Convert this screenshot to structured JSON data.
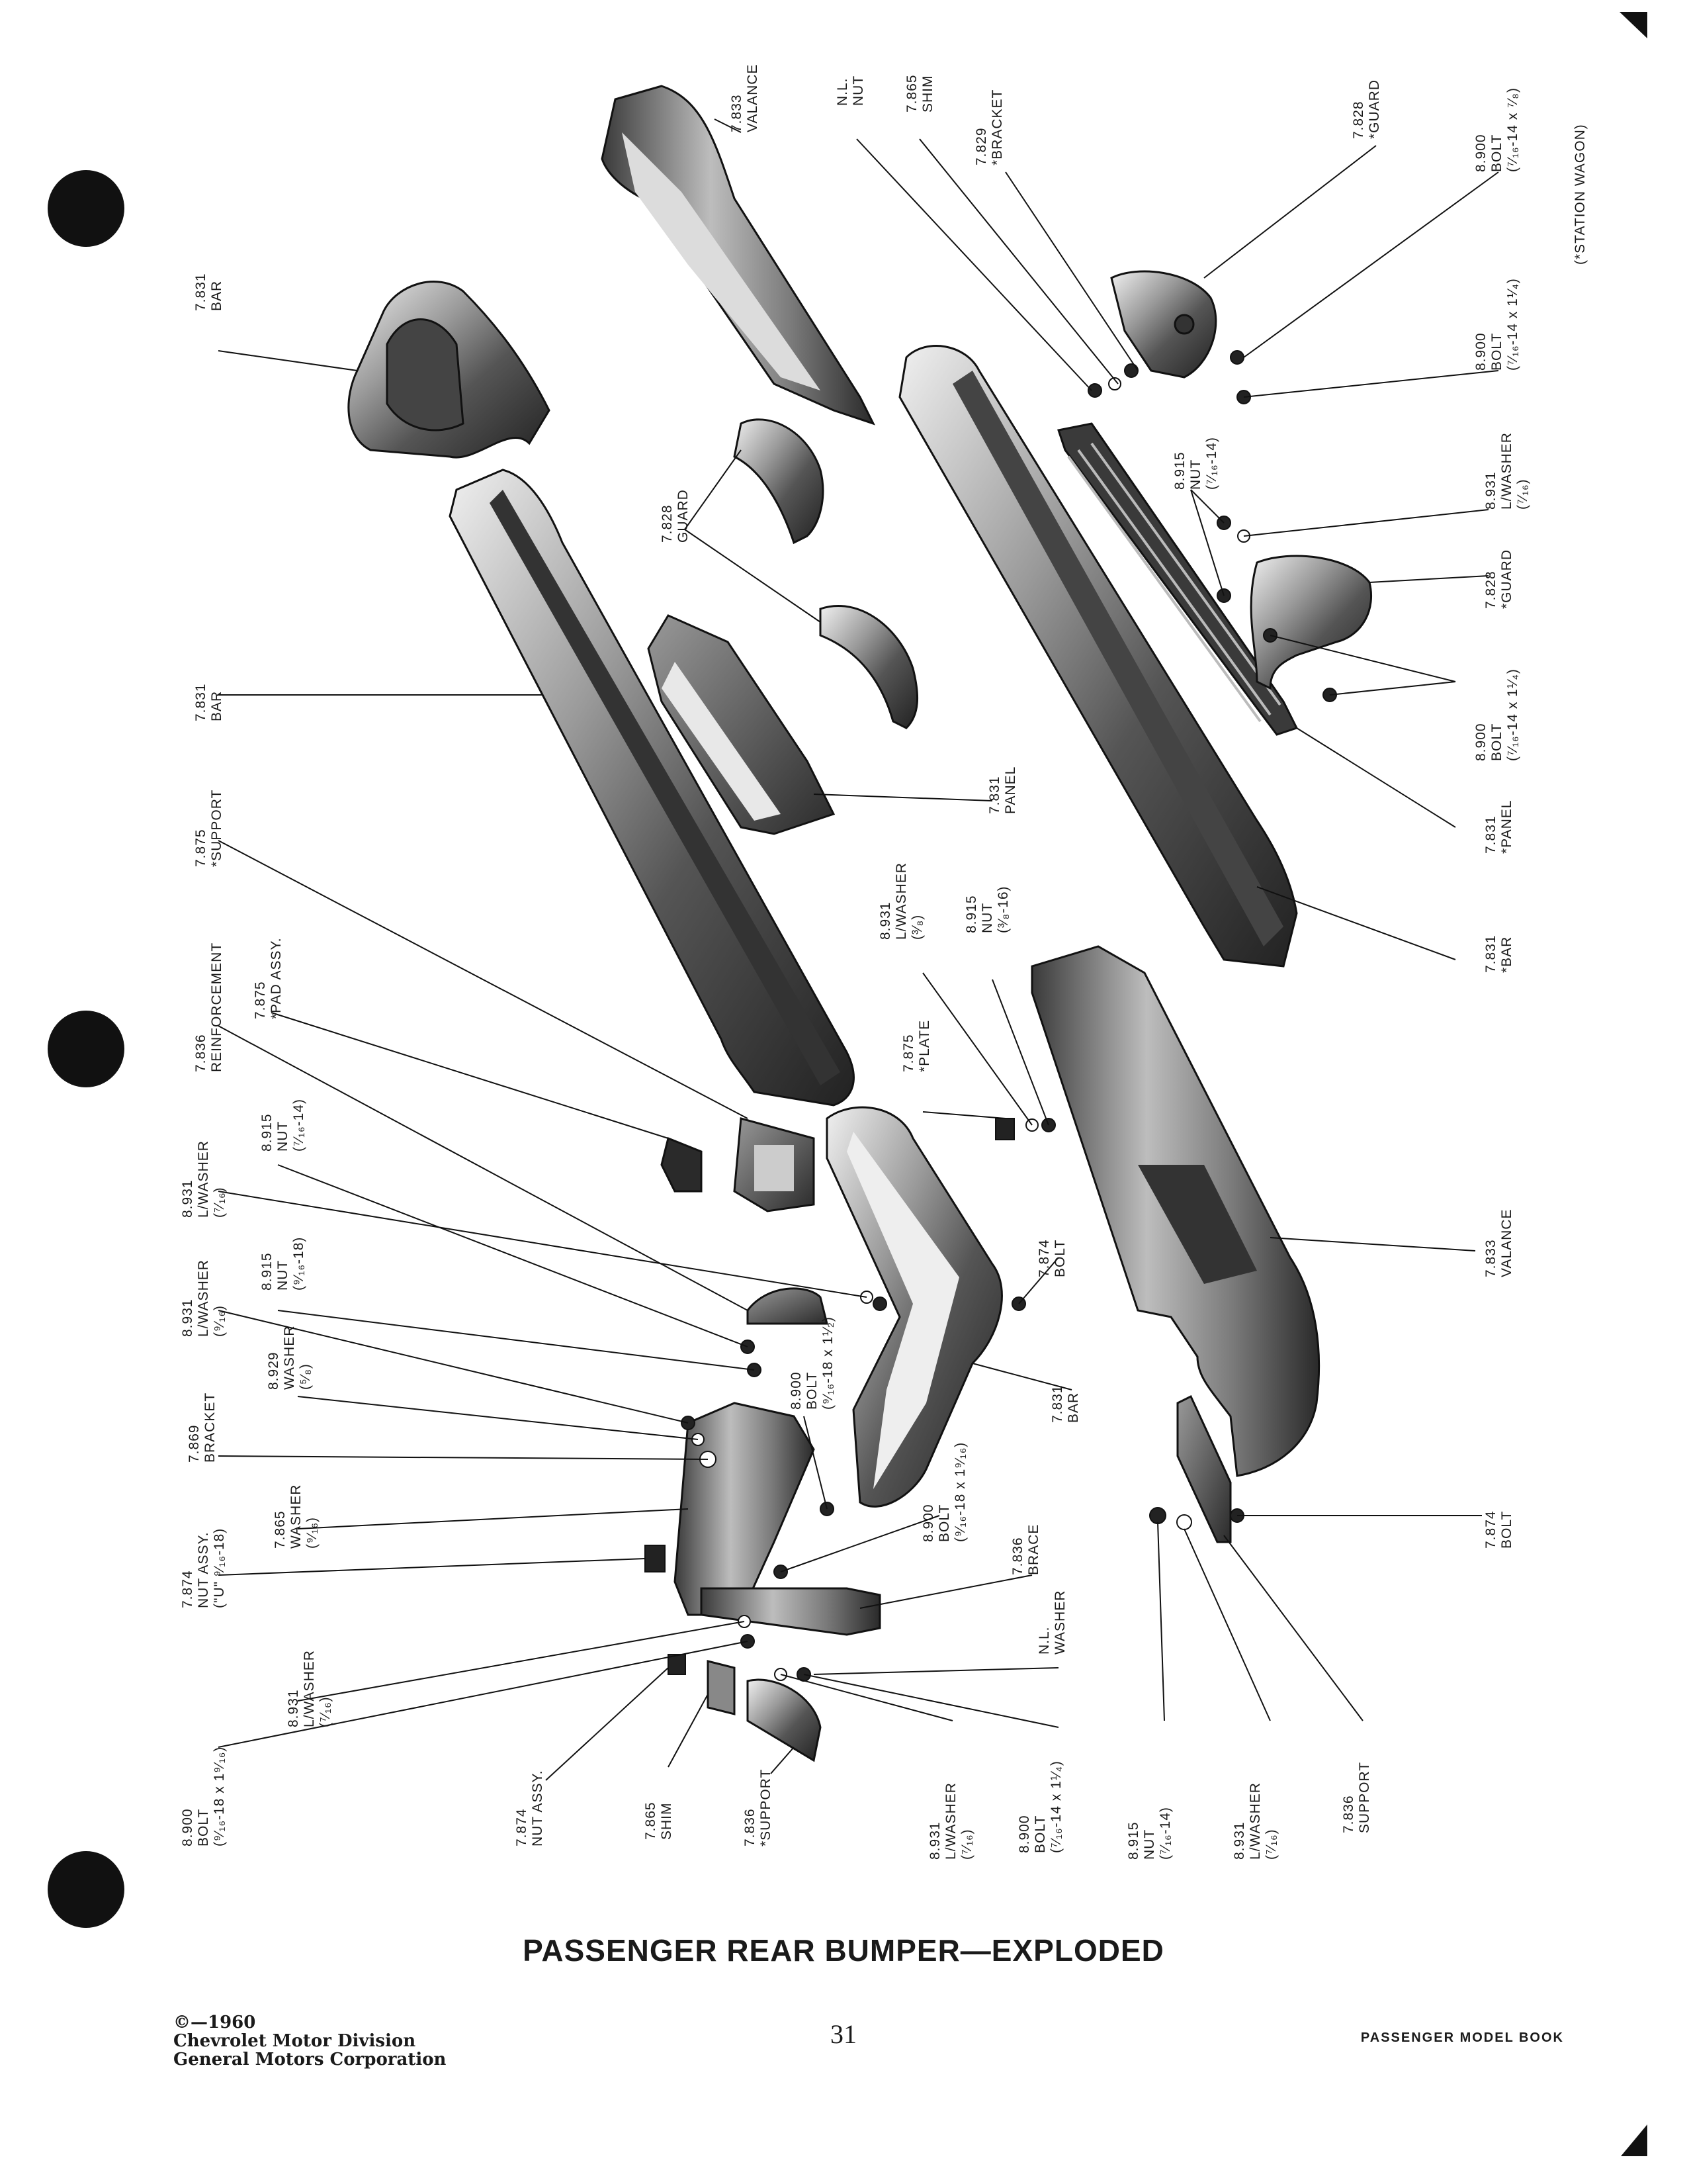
{
  "page": {
    "title": "PASSENGER REAR BUMPER—EXPLODED",
    "copyright": [
      "©—1960",
      "Chevrolet Motor Division",
      "General Motors Corporation"
    ],
    "page_number": "31",
    "book_name": "PASSENGER MODEL BOOK",
    "footnote": "(*STATION WAGON)"
  },
  "labels": [
    {
      "id": "bar-top",
      "lines": [
        "7.831",
        "BAR"
      ]
    },
    {
      "id": "valance-top",
      "lines": [
        "7.833",
        "VALANCE"
      ]
    },
    {
      "id": "nl-nut",
      "lines": [
        "N.L.",
        "NUT"
      ]
    },
    {
      "id": "shim-top",
      "lines": [
        "7.865",
        "SHIM"
      ]
    },
    {
      "id": "bracket-sw",
      "lines": [
        "7.829",
        "*BRACKET"
      ]
    },
    {
      "id": "guard-sw-top",
      "lines": [
        "7.828",
        "*GUARD"
      ]
    },
    {
      "id": "bolt-78",
      "lines": [
        "8.900",
        "BOLT",
        "(⁷⁄₁₆-14 x ⁷⁄₈)"
      ]
    },
    {
      "id": "bolt-114-top",
      "lines": [
        "8.900",
        "BOLT",
        "(⁷⁄₁₆-14 x 1¹⁄₄)"
      ]
    },
    {
      "id": "bar-main",
      "lines": [
        "7.831",
        "BAR"
      ]
    },
    {
      "id": "guard",
      "lines": [
        "7.828",
        "GUARD"
      ]
    },
    {
      "id": "panel",
      "lines": [
        "7.831",
        "PANEL"
      ]
    },
    {
      "id": "nut-716-sw",
      "lines": [
        "8.915",
        "NUT",
        "(⁷⁄₁₆-14)"
      ]
    },
    {
      "id": "lwasher-716-sw",
      "lines": [
        "8.931",
        "L/WASHER",
        "(⁷⁄₁₆)"
      ]
    },
    {
      "id": "guard-sw",
      "lines": [
        "7.828",
        "*GUARD"
      ]
    },
    {
      "id": "bolt-114-sw",
      "lines": [
        "8.900",
        "BOLT",
        "(⁷⁄₁₆-14 x 1¹⁄₄)"
      ]
    },
    {
      "id": "panel-sw",
      "lines": [
        "7.831",
        "*PANEL"
      ]
    },
    {
      "id": "bar-sw",
      "lines": [
        "7.831",
        "*BAR"
      ]
    },
    {
      "id": "support-sw",
      "lines": [
        "7.875",
        "*SUPPORT"
      ]
    },
    {
      "id": "reinforcement",
      "lines": [
        "7.836",
        "REINFORCEMENT"
      ]
    },
    {
      "id": "pad-assy",
      "lines": [
        "7.875",
        "*PAD ASSY."
      ]
    },
    {
      "id": "lwasher-38",
      "lines": [
        "8.931",
        "L/WASHER",
        "(³⁄₈)"
      ]
    },
    {
      "id": "nut-38",
      "lines": [
        "8.915",
        "NUT",
        "(³⁄₈-16)"
      ]
    },
    {
      "id": "plate-sw",
      "lines": [
        "7.875",
        "*PLATE"
      ]
    },
    {
      "id": "lwasher-716-a",
      "lines": [
        "8.931",
        "L/WASHER",
        "(⁷⁄₁₆)"
      ]
    },
    {
      "id": "nut-716-a",
      "lines": [
        "8.915",
        "NUT",
        "(⁷⁄₁₆-14)"
      ]
    },
    {
      "id": "lwasher-916",
      "lines": [
        "8.931",
        "L/WASHER",
        "(⁹⁄₁₆)"
      ]
    },
    {
      "id": "nut-916",
      "lines": [
        "8.915",
        "NUT",
        "(⁹⁄₁₆-18)"
      ]
    },
    {
      "id": "washer-58",
      "lines": [
        "8.929",
        "WASHER",
        "(⁵⁄₈)"
      ]
    },
    {
      "id": "bracket",
      "lines": [
        "7.869",
        "BRACKET"
      ]
    },
    {
      "id": "bolt-112",
      "lines": [
        "8.900",
        "BOLT",
        "(⁹⁄₁₆-18 x 1¹⁄₂)"
      ]
    },
    {
      "id": "bolt-7874-mid",
      "lines": [
        "7.874",
        "BOLT"
      ]
    },
    {
      "id": "bar-end",
      "lines": [
        "7.831",
        "BAR"
      ]
    },
    {
      "id": "valance-main",
      "lines": [
        "7.833",
        "VALANCE"
      ]
    },
    {
      "id": "washer-916",
      "lines": [
        "7.865",
        "WASHER",
        "(⁹⁄₁₆)"
      ]
    },
    {
      "id": "nut-u",
      "lines": [
        "7.874",
        "NUT ASSY.",
        "(\"U\" ⁹⁄₁₆-18)"
      ]
    },
    {
      "id": "bolt-1916-a",
      "lines": [
        "8.900",
        "BOLT",
        "(⁹⁄₁₆-18 x 1⁹⁄₁₆)"
      ]
    },
    {
      "id": "brace",
      "lines": [
        "7.836",
        "BRACE"
      ]
    },
    {
      "id": "nl-washer",
      "lines": [
        "N.L.",
        "WASHER"
      ]
    },
    {
      "id": "lwasher-716-b",
      "lines": [
        "8.931",
        "L/WASHER",
        "(⁷⁄₁₆)"
      ]
    },
    {
      "id": "bolt-1916-b",
      "lines": [
        "8.900",
        "BOLT",
        "(⁹⁄₁₆-18 x 1⁹⁄₁₆)"
      ]
    },
    {
      "id": "nut-assy",
      "lines": [
        "7.874",
        "NUT ASSY."
      ]
    },
    {
      "id": "shim-bottom",
      "lines": [
        "7.865",
        "SHIM"
      ]
    },
    {
      "id": "support-sw-bottom",
      "lines": [
        "7.836",
        "*SUPPORT"
      ]
    },
    {
      "id": "lwasher-716-c",
      "lines": [
        "8.931",
        "L/WASHER",
        "(⁷⁄₁₆)"
      ]
    },
    {
      "id": "bolt-114-bottom",
      "lines": [
        "8.900",
        "BOLT",
        "(⁷⁄₁₆-14 x 1¹⁄₄)"
      ]
    },
    {
      "id": "nut-716-bottom",
      "lines": [
        "8.915",
        "NUT",
        "(⁷⁄₁₆-14)"
      ]
    },
    {
      "id": "lwasher-716-d",
      "lines": [
        "8.931",
        "L/WASHER",
        "(⁷⁄₁₆)"
      ]
    },
    {
      "id": "support",
      "lines": [
        "7.836",
        "SUPPORT"
      ]
    },
    {
      "id": "bolt-7874-right",
      "lines": [
        "7.874",
        "BOLT"
      ]
    }
  ]
}
